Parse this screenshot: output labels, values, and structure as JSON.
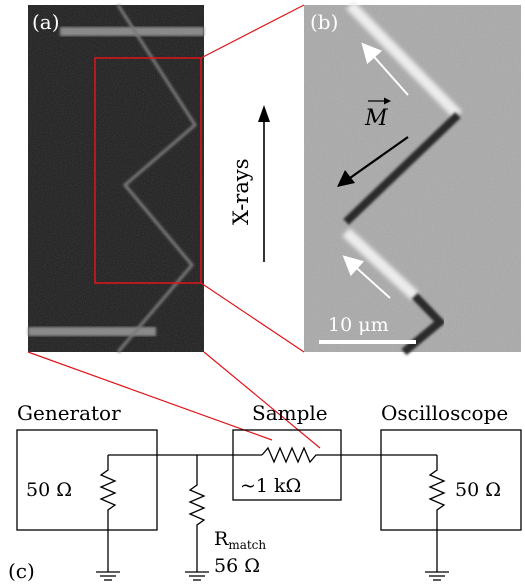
{
  "panels": {
    "a": {
      "label": "(a)"
    },
    "b": {
      "label": "(b)"
    },
    "c": {
      "label": "(c)"
    }
  },
  "annotations": {
    "xrays": "X-rays",
    "magnetization": "M",
    "scalebar": "10 μm"
  },
  "circuit": {
    "generator": {
      "title": "Generator",
      "resistance": "50 Ω"
    },
    "sample": {
      "title": "Sample",
      "resistance": "~1 kΩ"
    },
    "oscilloscope": {
      "title": "Oscilloscope",
      "resistance": "50 Ω"
    },
    "match": {
      "label": "R",
      "subscript": "match",
      "value": "56 Ω"
    }
  },
  "colors": {
    "zoom_box": "#e0151b",
    "panel_a_bg": "#1c1c1c",
    "panel_b_bg": "#a9a9a9"
  }
}
